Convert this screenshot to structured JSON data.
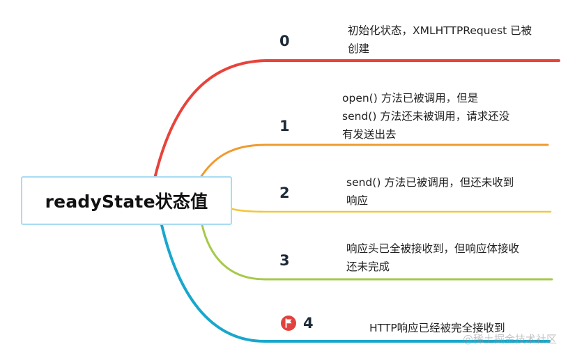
{
  "root": {
    "label": "readyState状态值"
  },
  "branches": [
    {
      "number": "0",
      "color": "#e8433b",
      "description": "初始化状态，XMLHTTPRequest 已被\n创建"
    },
    {
      "number": "1",
      "color": "#f09a2d",
      "description": "open() 方法已被调用，但是\nsend() 方法还未被调用，请求还没\n有发送出去"
    },
    {
      "number": "2",
      "color": "#f2c73c",
      "description": "send() 方法已被调用，但还未收到\n响应"
    },
    {
      "number": "3",
      "color": "#a6c94a",
      "description": "响应头已全被接收到，但响应体接收\n还未完成"
    },
    {
      "number": "4",
      "color": "#18a7cc",
      "description": "HTTP响应已经被完全接收到",
      "marker_icon": "red-flag-icon"
    }
  ],
  "watermark": "@稀土掘金技术社区"
}
